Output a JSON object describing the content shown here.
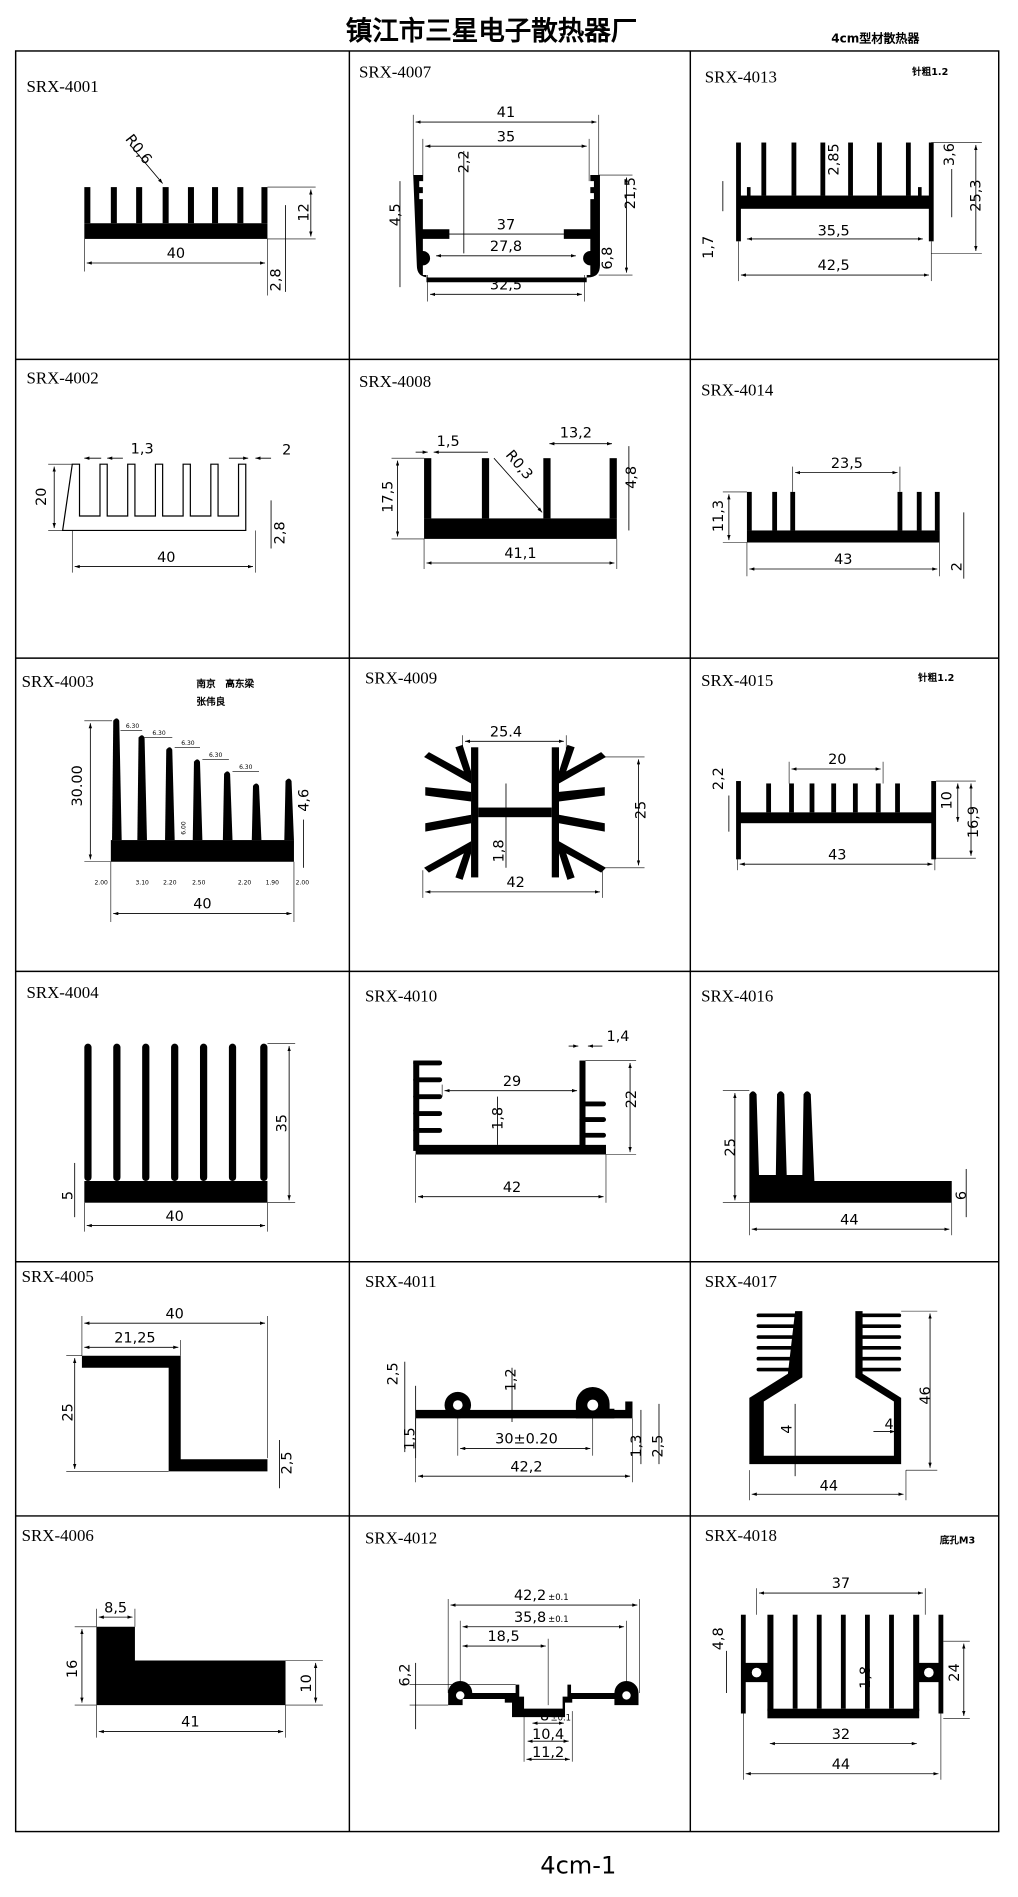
{
  "header": {
    "title": "镇江市三星电子散热器厂",
    "subtitle": "4cm型材散热器"
  },
  "footer": {
    "page": "4cm-1"
  },
  "cells": {
    "srx4001": {
      "model": "SRX-4001",
      "dims": [
        "R0,6",
        "12",
        "40",
        "2,8"
      ]
    },
    "srx4002": {
      "model": "SRX-4002",
      "dims": [
        "1,3",
        "2",
        "20",
        "2,8",
        "40"
      ]
    },
    "srx4003": {
      "model": "SRX-4003",
      "notes": [
        "南京　高东梁",
        "张伟良"
      ],
      "dims": [
        "30.00",
        "4,6",
        "40",
        "6.00"
      ],
      "pitch": [
        "6.30",
        "6.30",
        "6.30",
        "6.30",
        "6.30"
      ],
      "bottom": [
        "2.00",
        "3.10",
        "2.20",
        "2.50",
        "2.20",
        "1.90",
        "2.00"
      ]
    },
    "srx4004": {
      "model": "SRX-4004",
      "dims": [
        "35",
        "5",
        "40"
      ]
    },
    "srx4005": {
      "model": "SRX-4005",
      "dims": [
        "40",
        "21,25",
        "25",
        "2,5"
      ]
    },
    "srx4006": {
      "model": "SRX-4006",
      "dims": [
        "8,5",
        "16",
        "10",
        "41"
      ]
    },
    "srx4007": {
      "model": "SRX-4007",
      "dims": [
        "41",
        "35",
        "2,2",
        "4,5",
        "37",
        "27,8",
        "21,5",
        "6,8",
        "32,5"
      ]
    },
    "srx4008": {
      "model": "SRX-4008",
      "dims": [
        "1,5",
        "13,2",
        "R0,3",
        "17,5",
        "4,8",
        "41,1"
      ]
    },
    "srx4009": {
      "model": "SRX-4009",
      "dims": [
        "25.4",
        "25",
        "1,8",
        "42"
      ]
    },
    "srx4010": {
      "model": "SRX-4010",
      "dims": [
        "1,4",
        "29",
        "22",
        "1,8",
        "42"
      ]
    },
    "srx4011": {
      "model": "SRX-4011",
      "dims": [
        "2,5",
        "1,2",
        "1,5",
        "30±0.20",
        "42,2",
        "1,3",
        "2,5"
      ]
    },
    "srx4012": {
      "model": "SRX-4012",
      "dims": [
        "42,2",
        "35,8",
        "18,5",
        "6,2",
        "8",
        "10,4",
        "11,2"
      ],
      "tolerance": "±0.1"
    },
    "srx4013": {
      "model": "SRX-4013",
      "note": "针粗1.2",
      "dims": [
        "2,85",
        "3,6",
        "25,3",
        "1,7",
        "35,5",
        "42,5"
      ]
    },
    "srx4014": {
      "model": "SRX-4014",
      "dims": [
        "23,5",
        "11,3",
        "43",
        "2"
      ]
    },
    "srx4015": {
      "model": "SRX-4015",
      "note": "针粗1.2",
      "dims": [
        "2,2",
        "20",
        "10",
        "16,9",
        "43"
      ]
    },
    "srx4016": {
      "model": "SRX-4016",
      "dims": [
        "25",
        "6",
        "44"
      ]
    },
    "srx4017": {
      "model": "SRX-4017",
      "dims": [
        "46",
        "4",
        "4",
        "44"
      ]
    },
    "srx4018": {
      "model": "SRX-4018",
      "note": "底孔M3",
      "dims": [
        "37",
        "4,8",
        "24",
        "1,8",
        "32",
        "44"
      ]
    }
  }
}
